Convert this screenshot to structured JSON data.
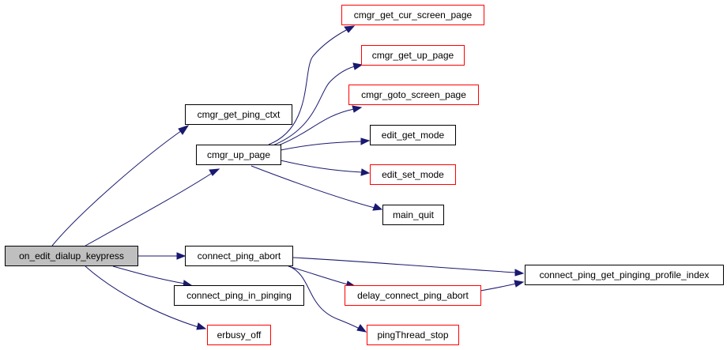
{
  "graph": {
    "edge_color": "#191970",
    "root_fill": "#bfbfbf",
    "link_border": "#000000",
    "leaf_border": "#ff0000",
    "nodes": {
      "on_edit_dialup_keypress": "on_edit_dialup_keypress",
      "cmgr_get_ping_ctxt": "cmgr_get_ping_ctxt",
      "cmgr_up_page": "cmgr_up_page",
      "connect_ping_abort": "connect_ping_abort",
      "connect_ping_in_pinging": "connect_ping_in_pinging",
      "erbusy_off": "erbusy_off",
      "cmgr_get_cur_screen_page": "cmgr_get_cur_screen_page",
      "cmgr_get_up_page": "cmgr_get_up_page",
      "cmgr_goto_screen_page": "cmgr_goto_screen_page",
      "edit_get_mode": "edit_get_mode",
      "edit_set_mode": "edit_set_mode",
      "main_quit": "main_quit",
      "connect_ping_get_pinging_profile_index": "connect_ping_get_pinging_profile_index",
      "delay_connect_ping_abort": "delay_connect_ping_abort",
      "pingThread_stop": "pingThread_stop"
    },
    "edges": [
      [
        "on_edit_dialup_keypress",
        "cmgr_get_ping_ctxt"
      ],
      [
        "on_edit_dialup_keypress",
        "cmgr_up_page"
      ],
      [
        "on_edit_dialup_keypress",
        "connect_ping_abort"
      ],
      [
        "on_edit_dialup_keypress",
        "connect_ping_in_pinging"
      ],
      [
        "on_edit_dialup_keypress",
        "erbusy_off"
      ],
      [
        "cmgr_up_page",
        "cmgr_get_cur_screen_page"
      ],
      [
        "cmgr_up_page",
        "cmgr_get_up_page"
      ],
      [
        "cmgr_up_page",
        "cmgr_goto_screen_page"
      ],
      [
        "cmgr_up_page",
        "edit_get_mode"
      ],
      [
        "cmgr_up_page",
        "edit_set_mode"
      ],
      [
        "cmgr_up_page",
        "main_quit"
      ],
      [
        "connect_ping_abort",
        "connect_ping_get_pinging_profile_index"
      ],
      [
        "connect_ping_abort",
        "delay_connect_ping_abort"
      ],
      [
        "connect_ping_abort",
        "pingThread_stop"
      ],
      [
        "delay_connect_ping_abort",
        "connect_ping_get_pinging_profile_index"
      ]
    ]
  }
}
